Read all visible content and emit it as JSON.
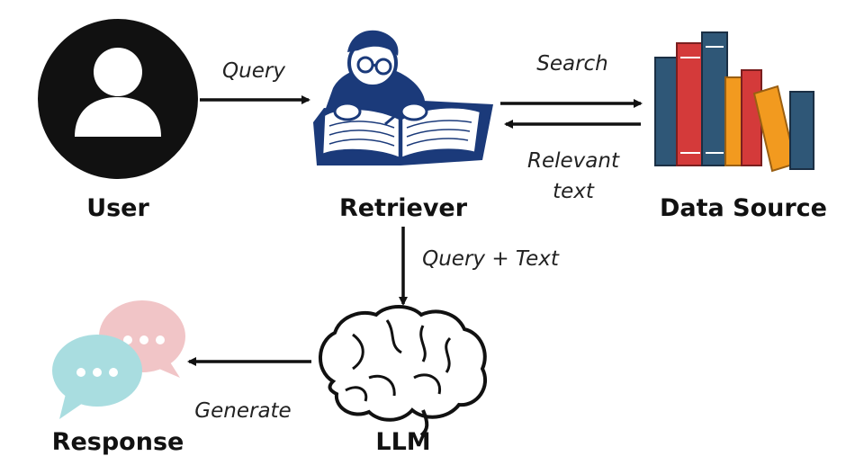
{
  "nodes": {
    "user": "User",
    "retriever": "Retriever",
    "data_source": "Data Source",
    "llm": "LLM",
    "response": "Response"
  },
  "edges": {
    "query": "Query",
    "search": "Search",
    "relevant_line1": "Relevant",
    "relevant_line2": "text",
    "query_text": "Query + Text",
    "generate": "Generate"
  },
  "colors": {
    "ink": "#111111",
    "navy": "#1b3a7a",
    "book_red": "#d43a3a",
    "book_blue": "#2f5777",
    "book_orange": "#f29a1f",
    "bubble_pink": "#f1c5c7",
    "bubble_teal": "#a9dde0"
  },
  "icons": {
    "user": "user-avatar-icon",
    "retriever": "reading-scholar-icon",
    "data_source": "books-icon",
    "llm": "brain-icon",
    "response": "chat-bubbles-icon"
  }
}
